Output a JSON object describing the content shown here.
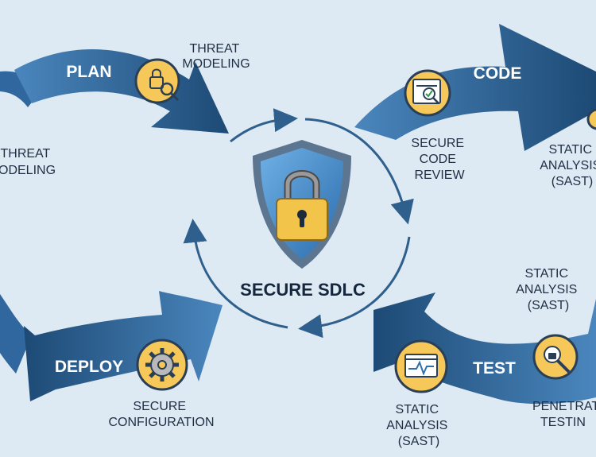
{
  "center": {
    "title": "SECURE SDLC"
  },
  "phases": {
    "plan": {
      "label": "PLAN",
      "annotation": [
        "THREAT",
        "MODELING"
      ]
    },
    "code": {
      "label": "CODE"
    },
    "test": {
      "label": "TEST"
    },
    "deploy": {
      "label": "DEPLOY"
    }
  },
  "side_labels": {
    "left": [
      "THREAT",
      "ODELING"
    ],
    "secure_code_review": [
      "SECURE",
      "CODE",
      "REVIEW"
    ],
    "right_top": [
      "STATIC",
      "ANALYSIS",
      "(SAST)"
    ],
    "right_mid": [
      "STATIC",
      "ANALYSIS",
      "(SAST)"
    ],
    "test_bottom": [
      "STATIC",
      "ANALYSIS",
      "(SAST)"
    ],
    "penetration": [
      "PENETRAT",
      "TESTIN"
    ],
    "secure_config": [
      "SECURE",
      "CONFIGURATION"
    ]
  },
  "icons": {
    "plan": "lock-magnifier-icon",
    "code": "code-review-checklist-icon",
    "code_edge": "gear-icon",
    "test": "monitor-pulse-icon",
    "test_right": "lock-magnifier-icon",
    "deploy": "gear-icon",
    "center": "shield-lock-icon"
  },
  "colors": {
    "background": "#dde9f3",
    "arrow_dark": "#1d4a75",
    "arrow_light": "#4a86bd",
    "icon_fill": "#f6c85a",
    "shield": "#4a90d0",
    "lock": "#f3c44a"
  }
}
